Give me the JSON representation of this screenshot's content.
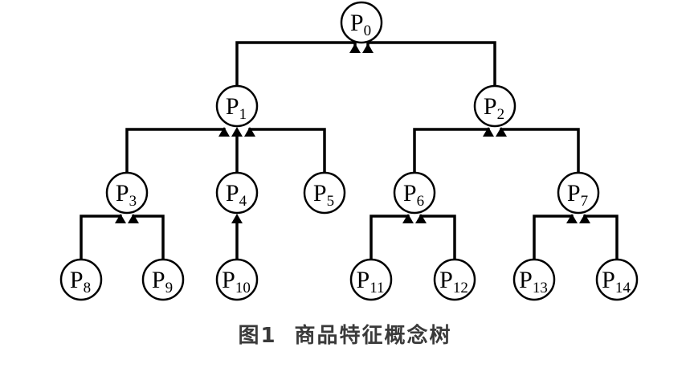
{
  "diagram": {
    "nodes": [
      {
        "id": "P0",
        "label": "P",
        "sub": "0"
      },
      {
        "id": "P1",
        "label": "P",
        "sub": "1"
      },
      {
        "id": "P2",
        "label": "P",
        "sub": "2"
      },
      {
        "id": "P3",
        "label": "P",
        "sub": "3"
      },
      {
        "id": "P4",
        "label": "P",
        "sub": "4"
      },
      {
        "id": "P5",
        "label": "P",
        "sub": "5"
      },
      {
        "id": "P6",
        "label": "P",
        "sub": "6"
      },
      {
        "id": "P7",
        "label": "P",
        "sub": "7"
      },
      {
        "id": "P8",
        "label": "P",
        "sub": "8"
      },
      {
        "id": "P9",
        "label": "P",
        "sub": "9"
      },
      {
        "id": "P10",
        "label": "P",
        "sub": "10"
      },
      {
        "id": "P11",
        "label": "P",
        "sub": "11"
      },
      {
        "id": "P12",
        "label": "P",
        "sub": "12"
      },
      {
        "id": "P13",
        "label": "P",
        "sub": "13"
      },
      {
        "id": "P14",
        "label": "P",
        "sub": "14"
      }
    ],
    "edges": [
      {
        "from": "P1",
        "to": "P0"
      },
      {
        "from": "P2",
        "to": "P0"
      },
      {
        "from": "P3",
        "to": "P1"
      },
      {
        "from": "P4",
        "to": "P1"
      },
      {
        "from": "P5",
        "to": "P1"
      },
      {
        "from": "P6",
        "to": "P2"
      },
      {
        "from": "P7",
        "to": "P2"
      },
      {
        "from": "P8",
        "to": "P3"
      },
      {
        "from": "P9",
        "to": "P3"
      },
      {
        "from": "P10",
        "to": "P4"
      },
      {
        "from": "P11",
        "to": "P6"
      },
      {
        "from": "P12",
        "to": "P6"
      },
      {
        "from": "P13",
        "to": "P7"
      },
      {
        "from": "P14",
        "to": "P7"
      }
    ]
  },
  "caption": {
    "figure_number": "图1",
    "title": "商品特征概念树"
  }
}
